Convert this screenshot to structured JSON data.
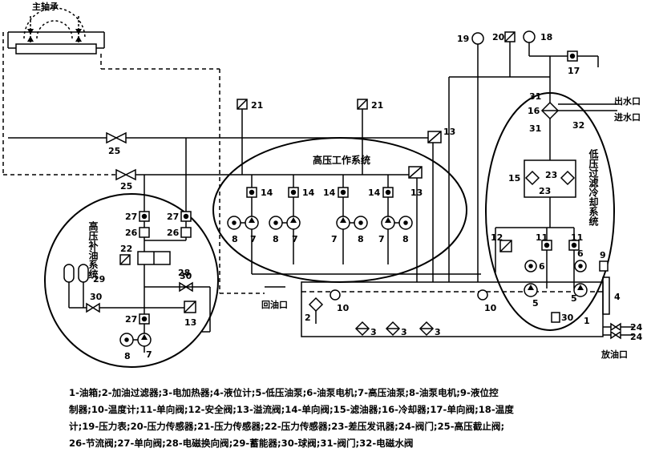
{
  "title": "主轴承",
  "systems": {
    "high_pressure_work": "高压工作系统",
    "high_pressure_makeup": "高压补油系统",
    "low_pressure_filter_cool": "低压过滤冷却系统"
  },
  "ports": {
    "return_port": "回油口",
    "outlet_water": "出水口",
    "inlet_water": "进水口",
    "drain_port": "放油口"
  },
  "numbers": {
    "n1": "1",
    "n2": "2",
    "n3": "3",
    "n4": "4",
    "n5": "5",
    "n6": "6",
    "n7": "7",
    "n8": "8",
    "n9": "9",
    "n10": "10",
    "n11": "11",
    "n12": "12",
    "n13": "13",
    "n14": "14",
    "n15": "15",
    "n16": "16",
    "n17": "17",
    "n18": "18",
    "n19": "19",
    "n20": "20",
    "n21": "21",
    "n22": "22",
    "n23": "23",
    "n24": "24",
    "n25": "25",
    "n26": "26",
    "n27": "27",
    "n28": "28",
    "n29": "29",
    "n30": "30",
    "n31": "31",
    "n32": "32"
  },
  "legend": {
    "line1": "1-油箱;2-加油过滤器;3-电加热器;4-液位计;5-低压油泵;6-油泵电机;7-高压油泵;8-油泵电机;9-液位控",
    "line2": "制器;10-温度计;11-单向阀;12-安全阀;13-溢流阀;14-单向阀;15-滤油器;16-冷却器;17-单向阀;18-温度",
    "line3": "计;19-压力表;20-压力传感器;21-压力传感器;22-压力传感器;23-差压发讯器;24-阀门;25-高压截止阀;",
    "line4": "26-节流阀;27-单向阀;28-电磁换向阀;29-蓄能器;30-球阀;31-阀门;32-电磁水阀"
  }
}
